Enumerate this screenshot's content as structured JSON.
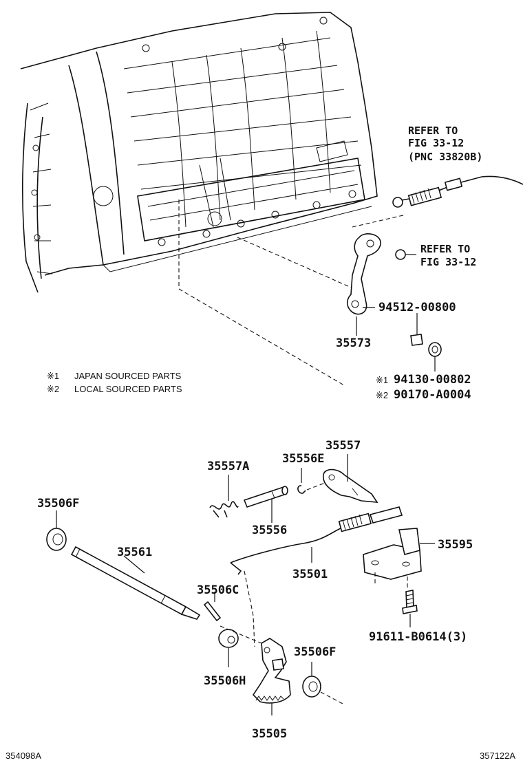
{
  "references": {
    "cable_ref_line1": "REFER TO",
    "cable_ref_line2": "FIG 33-12",
    "cable_ref_line3": "(PNC 33820B)",
    "nut_ref_line1": "REFER TO",
    "nut_ref_line2": "FIG 33-12"
  },
  "legend": {
    "note1_mark": "※1",
    "note1_text": "JAPAN SOURCED PARTS",
    "note2_mark": "※2",
    "note2_text": "LOCAL SOURCED PARTS"
  },
  "parts": {
    "p94512": "94512-00800",
    "p35573": "35573",
    "p94130": "94130-00802",
    "p94130_mark": "※1",
    "p90170": "90170-A0004",
    "p90170_mark": "※2",
    "p35557": "35557",
    "p35557A": "35557A",
    "p35556E": "35556E",
    "p35556": "35556",
    "p35506F_left": "35506F",
    "p35561": "35561",
    "p35501": "35501",
    "p35595": "35595",
    "p35506C": "35506C",
    "p91611": "91611-B0614(3)",
    "p35506H": "35506H",
    "p35506F_right": "35506F",
    "p35505": "35505"
  },
  "codes": {
    "left": "354098A",
    "right": "357122A"
  }
}
